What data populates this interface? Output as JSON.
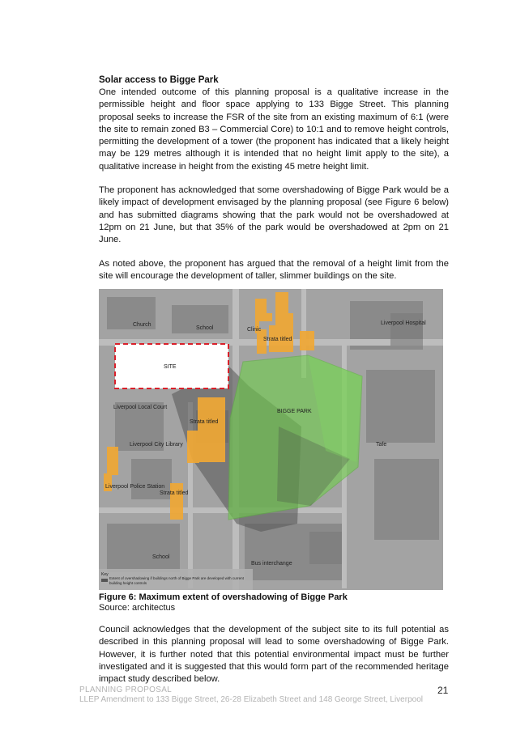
{
  "heading": "Solar access to Bigge Park",
  "paragraphs": [
    "One intended outcome of this planning proposal is a qualitative increase in the permissible height and floor space applying to 133 Bigge Street. This planning proposal seeks to increase the FSR of the site from an existing maximum of 6:1 (were the site to remain zoned B3 – Commercial Core) to 10:1 and to remove height controls, permitting the development of a tower (the proponent has indicated that a likely height may be 129 metres although it is intended that no height limit apply to the site), a qualitative increase in height from the existing 45 metre height limit.",
    "The proponent has acknowledged that some overshadowing of Bigge Park would be a likely impact of development envisaged by the planning proposal (see Figure 6 below) and has submitted diagrams showing that the park would not be overshadowed at 12pm on 21 June, but that 35% of the park would be overshadowed at 2pm on 21 June.",
    "As noted above, the proponent has argued that the removal of a height limit from the site will encourage the development of taller, slimmer buildings on the site."
  ],
  "figure": {
    "labels": {
      "church": "Church",
      "school_top": "School",
      "clinic": "Clinic",
      "strata_top": "Strata titled",
      "hospital": "Liverpool Hospital",
      "site": "SITE",
      "court": "Liverpool Local Court",
      "strata_mid": "Strata titled",
      "bigge_park": "BIGGE PARK",
      "library": "Liverpool City Library",
      "tafe": "Tafe",
      "police": "Liverpool Police Station",
      "strata_low": "Strata titled",
      "school_bottom": "School",
      "bus": "Bus interchange"
    },
    "legend_key": "Key",
    "legend_text": "Extent of overshadowing if buildings north of Bigge Park are developed with current building height controls"
  },
  "caption": "Figure 6: Maximum extent of overshadowing of Bigge Park",
  "source": "Source: architectus",
  "closing_paragraph": "Council acknowledges that the development of the subject site to its full potential as described in this planning proposal will lead to some overshadowing of Bigge Park. However, it is further noted that this potential environmental impact must be further investigated and it is suggested that this would form part of the recommended heritage impact study described below.",
  "footer": {
    "line1": "PLANNING PROPOSAL",
    "line2": "LLEP Amendment to 133 Bigge Street, 26-28 Elizabeth Street and 148 George Street, Liverpool",
    "page": "21"
  },
  "colors": {
    "park_green": "#6fcf4a",
    "building_orange": "#f0a835",
    "site_dash": "#d9202a"
  }
}
